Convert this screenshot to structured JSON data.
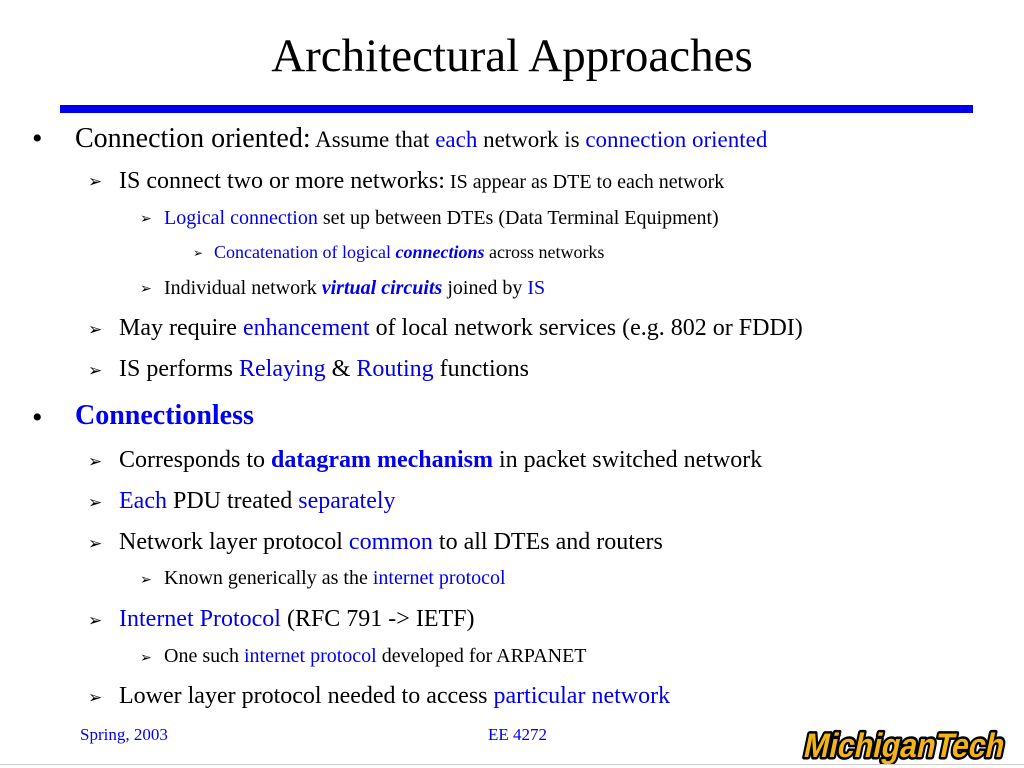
{
  "slide": {
    "title": "Architectural Approaches",
    "bullet_glyph": "•",
    "arrow_glyph": "➢",
    "l1": {
      "a": "Connection oriented:",
      "b": " Assume that ",
      "c": "each",
      "d": " network is ",
      "e": "connection oriented"
    },
    "l2": {
      "a": "IS connect two or more networks:",
      "b": " IS appear as DTE to each network"
    },
    "l3": {
      "a": "Logical connection",
      "b": " set up between DTEs (Data Terminal Equipment)"
    },
    "l4": {
      "a": "Concatenation of logical ",
      "b": "connections",
      "c": " across networks"
    },
    "l5": {
      "a": "Individual network ",
      "b": "virtual circuits",
      "c": " joined by ",
      "d": "IS"
    },
    "l6": {
      "a": "May require ",
      "b": "enhancement",
      "c": " of local network services (e.g. 802 or FDDI)"
    },
    "l7": {
      "a": "IS performs ",
      "b": "Relaying",
      "c": " & ",
      "d": "Routing",
      "e": " functions"
    },
    "l8": {
      "a": "Connectionless"
    },
    "l9": {
      "a": "Corresponds to ",
      "b": "datagram mechanism",
      "c": " in packet switched network"
    },
    "l10": {
      "a": "Each",
      "b": " PDU treated ",
      "c": "separately"
    },
    "l11": {
      "a": "Network layer protocol ",
      "b": "common",
      "c": " to all DTEs and routers"
    },
    "l12": {
      "a": "Known generically as the ",
      "b": "internet protocol"
    },
    "l13": {
      "a": "Internet Protocol",
      "b": " (RFC 791 -> IETF)"
    },
    "l14": {
      "a": "One such ",
      "b": "internet protocol",
      "c": " developed for ARPANET"
    },
    "l15": {
      "a": "Lower layer protocol needed to access ",
      "b": "particular network"
    }
  },
  "footer": {
    "left": "Spring, 2003",
    "center": "EE 4272",
    "logo": "MichiganTech"
  },
  "colors": {
    "accent": "#0000ee",
    "logo_gold": "#f2b417"
  }
}
